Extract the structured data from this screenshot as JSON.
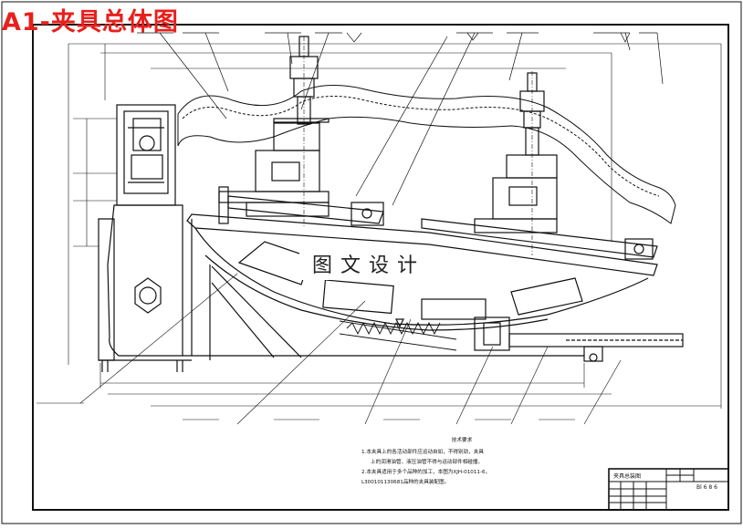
{
  "title": "A1-夹具总体图",
  "watermark": "图文设计",
  "tech_notes": {
    "heading": "技术要求",
    "lines": [
      "1.本夹具上的各活动部件应运动自如，不得别劲，夹具",
      "上的润滑油管、液压油管不得与运动部件相碰撞。",
      "2.本夹具适用于多个品种的加工，本图为XJH-01011-6，",
      "L300101130681品种的夹具装配图。"
    ]
  },
  "title_block": {
    "name": "夹具总装图",
    "scale_cells": [
      "",
      "",
      ""
    ],
    "code": "Bl 6 8 6"
  },
  "colors": {
    "title": "#e8201c",
    "line": "#111111"
  }
}
